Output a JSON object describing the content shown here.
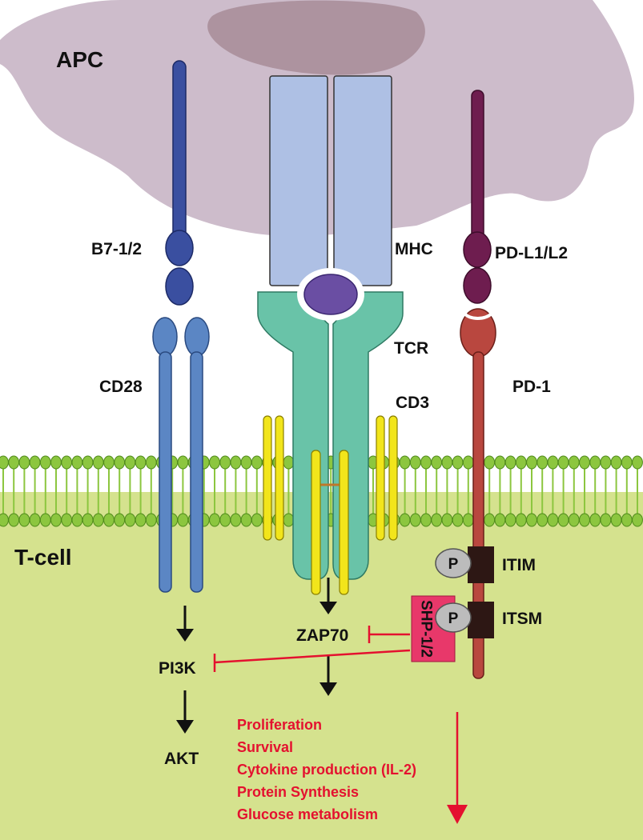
{
  "labels": {
    "apc": "APC",
    "t_cell": "T-cell",
    "b7": "B7-1/2",
    "cd28": "CD28",
    "mhc": "MHC",
    "tcr": "TCR",
    "cd3": "CD3",
    "pdl": "PD-L1/L2",
    "pd1": "PD-1",
    "itim": "ITIM",
    "itsm": "ITSM",
    "p1": "P",
    "p2": "P",
    "shp": "SHP-1/2",
    "zap70": "ZAP70",
    "pi3k": "PI3K",
    "akt": "AKT"
  },
  "outcomes": [
    "Proliferation",
    "Survival",
    "Cytokine production (IL-2)",
    "Protein Synthesis",
    "Glucose metabolism"
  ],
  "colors": {
    "apc": "#cdbccb",
    "apc_nucleus": "#ad939f",
    "cytoplasm": "#d5e28e",
    "membrane": "#8cc63f",
    "b7": "#3a4fa0",
    "cd28": "#5b86c4",
    "mhc": "#aec0e4",
    "peptide": "#6a4ea3",
    "tcr": "#69c3a8",
    "cd3": "#f2e51b",
    "pdl": "#6e1d4f",
    "pd1": "#b9473f",
    "itim_box": "#2d1714",
    "shp": "#e8386a",
    "inhibit": "#e4112f"
  }
}
